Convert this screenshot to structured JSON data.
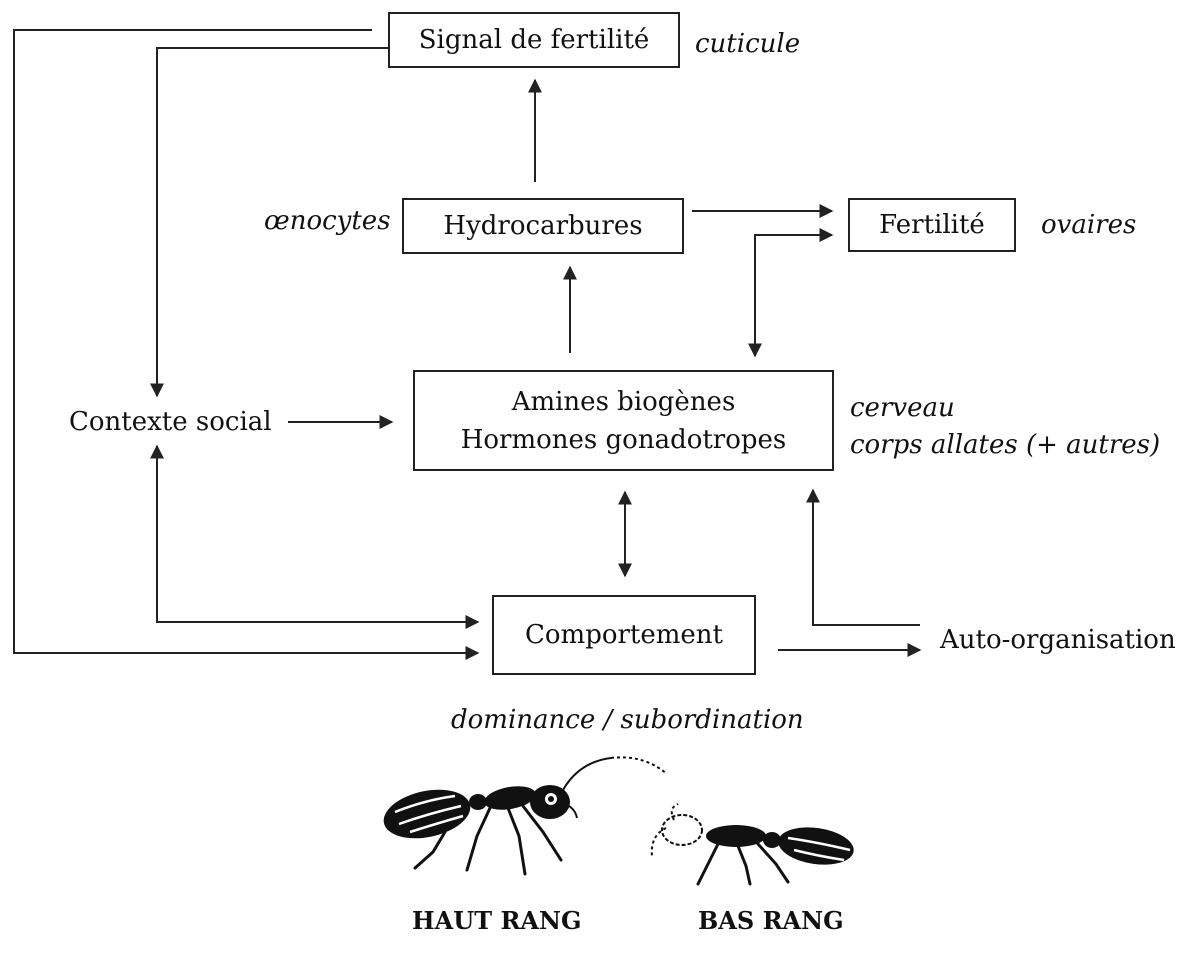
{
  "nodes": {
    "signal": "Signal de fertilité",
    "hydrocarbures": "Hydrocarbures",
    "fertilite": "Fertilité",
    "amines": "Amines biogènes",
    "hormones": "Hormones gonadotropes",
    "contexte": "Contexte social",
    "comportement": "Comportement",
    "auto": "Auto-organisation"
  },
  "annotations": {
    "cuticule": "cuticule",
    "oenocytes": "œnocytes",
    "ovaires": "ovaires",
    "cerveau": "cerveau",
    "corps_allates": "corps allates (+ autres)",
    "dominance": "dominance / subordination"
  },
  "ranks": {
    "haut": "HAUT RANG",
    "bas": "BAS RANG"
  },
  "colors": {
    "line": "#222222",
    "ant": "#111111"
  },
  "icons": [
    "high-rank-ant-illustration",
    "low-rank-ant-illustration"
  ]
}
